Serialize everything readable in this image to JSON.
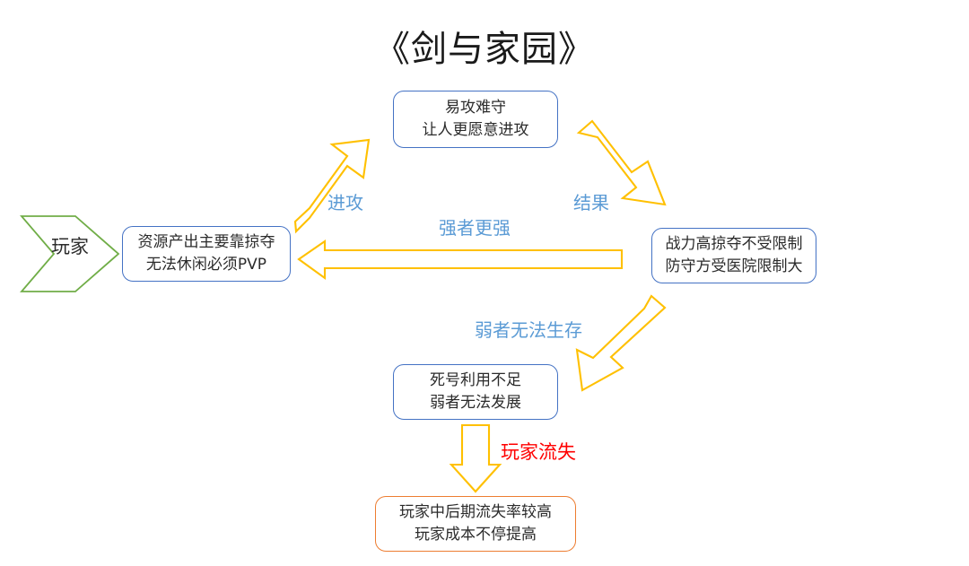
{
  "title": "《剑与家园》",
  "colors": {
    "node_border": "#4472C4",
    "node_border_alt": "#ED7D31",
    "arrow": "#FFC000",
    "player_arrow": "#70AD47",
    "label": "#5B9BD5",
    "label_alert": "#FF0000",
    "background": "#FFFFFF"
  },
  "player_arrow": {
    "label": "玩家",
    "shape": "chevron-arrow-right"
  },
  "nodes": {
    "top": {
      "line1": "易攻难守",
      "line2": "让人更愿意进攻"
    },
    "left": {
      "line1": "资源产出主要靠掠夺",
      "line2": "无法休闲必须PVP"
    },
    "right": {
      "line1": "战力高掠夺不受限制",
      "line2": "防守方受医院限制大"
    },
    "bottom": {
      "line1": "死号利用不足",
      "line2": "弱者无法发展"
    },
    "result": {
      "line1": "玩家中后期流失率较高",
      "line2": "玩家成本不停提高"
    }
  },
  "edge_labels": {
    "attack": "进攻",
    "result": "结果",
    "stronger": "强者更强",
    "weak": "弱者无法生存",
    "churn": "玩家流失"
  },
  "arrows": [
    {
      "name": "arrow-left-to-top",
      "from": "left",
      "to": "top",
      "direction": "up-right",
      "label": "进攻"
    },
    {
      "name": "arrow-top-to-right",
      "from": "top",
      "to": "right",
      "direction": "down-right",
      "label": "结果"
    },
    {
      "name": "arrow-right-to-left",
      "from": "right",
      "to": "left",
      "direction": "left",
      "label": "强者更强"
    },
    {
      "name": "arrow-right-to-bottom",
      "from": "right",
      "to": "bottom",
      "direction": "down-left",
      "label": "弱者无法生存"
    },
    {
      "name": "arrow-bottom-to-result",
      "from": "bottom",
      "to": "result",
      "direction": "down",
      "label": "玩家流失"
    }
  ]
}
